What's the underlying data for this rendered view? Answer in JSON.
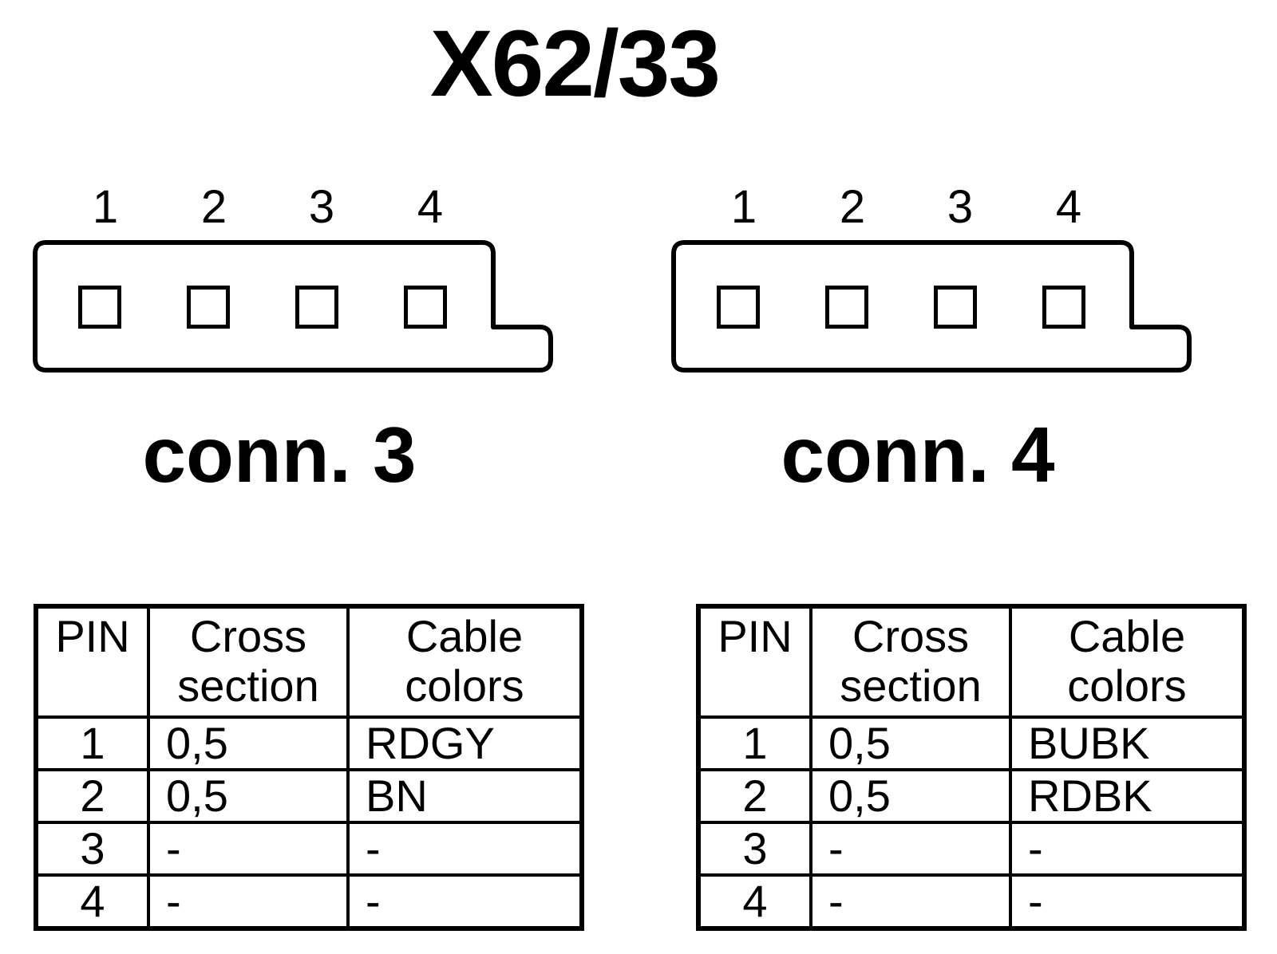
{
  "title": "X62/33",
  "connectors": [
    {
      "label": "conn. 3",
      "pin_numbers": [
        "1",
        "2",
        "3",
        "4"
      ]
    },
    {
      "label": "conn. 4",
      "pin_numbers": [
        "1",
        "2",
        "3",
        "4"
      ]
    }
  ],
  "tables": [
    {
      "headers": {
        "pin": "PIN",
        "cross_line1": "Cross",
        "cross_line2": "section",
        "color_line1": "Cable",
        "color_line2": "colors"
      },
      "rows": [
        {
          "pin": "1",
          "cross": "0,5",
          "color": "RDGY"
        },
        {
          "pin": "2",
          "cross": "0,5",
          "color": "BN"
        },
        {
          "pin": "3",
          "cross": "-",
          "color": "-"
        },
        {
          "pin": "4",
          "cross": "-",
          "color": "-"
        }
      ]
    },
    {
      "headers": {
        "pin": "PIN",
        "cross_line1": "Cross",
        "cross_line2": "section",
        "color_line1": "Cable",
        "color_line2": "colors"
      },
      "rows": [
        {
          "pin": "1",
          "cross": "0,5",
          "color": "BUBK"
        },
        {
          "pin": "2",
          "cross": "0,5",
          "color": "RDBK"
        },
        {
          "pin": "3",
          "cross": "-",
          "color": "-"
        },
        {
          "pin": "4",
          "cross": "-",
          "color": "-"
        }
      ]
    }
  ]
}
